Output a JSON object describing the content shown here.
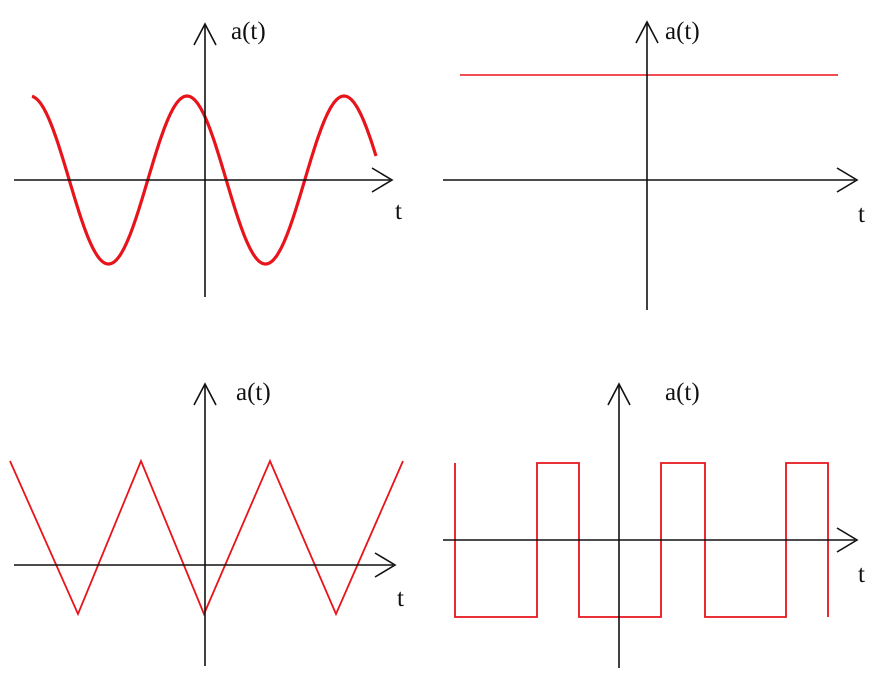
{
  "colors": {
    "signal": "#e8141b",
    "axis": "#111111",
    "background": "#ffffff"
  },
  "panels": [
    {
      "id": "sine",
      "y_axis_label": "a(t)",
      "x_axis_label": "t"
    },
    {
      "id": "constant",
      "y_axis_label": "a(t)",
      "x_axis_label": "t"
    },
    {
      "id": "triangle",
      "y_axis_label": "a(t)",
      "x_axis_label": "t"
    },
    {
      "id": "square",
      "y_axis_label": "a(t)",
      "x_axis_label": "t"
    }
  ]
}
